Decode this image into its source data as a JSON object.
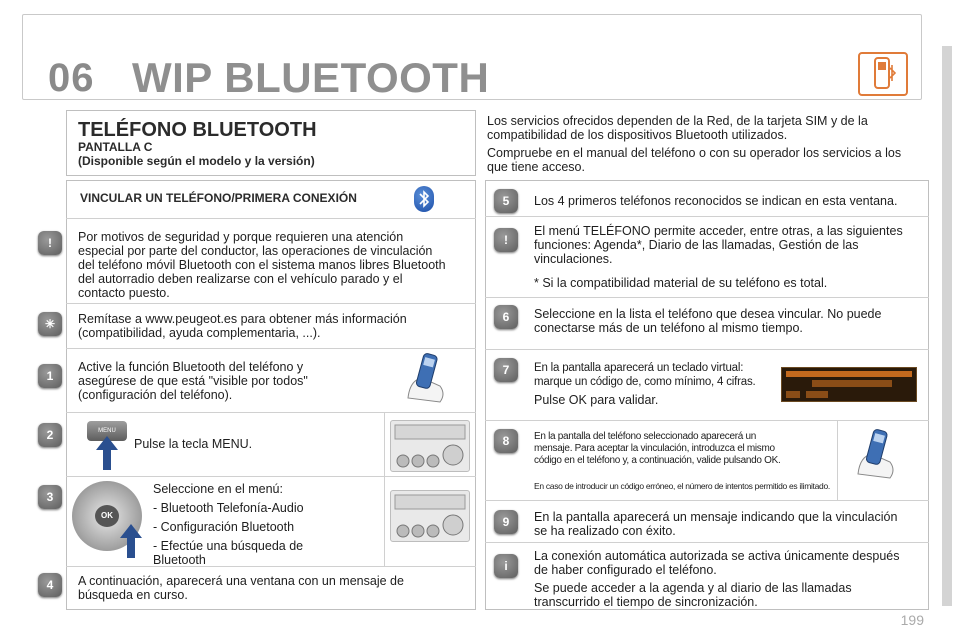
{
  "header": {
    "chapter": "06",
    "title": "WIP BLUETOOTH",
    "icon": "bluetooth-phone-icon"
  },
  "left": {
    "heading": "TELÉFONO BLUETOOTH",
    "subtitle1": "PANTALLA C",
    "subtitle2": "(Disponible según el modelo y la versión)",
    "section_title": "VINCULAR UN TELÉFONO/PRIMERA CONEXIÓN",
    "warning_lines": [
      "Por motivos de seguridad y porque requieren una atención",
      "especial por parte del conductor, las operaciones de vinculación",
      "del teléfono móvil Bluetooth con el sistema manos libres Bluetooth",
      "del autorradio deben realizarse con el vehículo parado y el",
      "contacto puesto."
    ],
    "tip_lines": [
      "Remítase a www.peugeot.es para obtener más información",
      "(compatibilidad, ayuda complementaria, ...)."
    ],
    "step1_badge": "1",
    "step1_lines": [
      "Active la función Bluetooth del teléfono y",
      "asegúrese de que está \"visible por todos\"",
      "(configuración del teléfono)."
    ],
    "step2_badge": "2",
    "step2_text": "Pulse la tecla MENU.",
    "menu_button_label": "MENU",
    "step3_badge": "3",
    "step3_intro": "Seleccione en el menú:",
    "step3_items": [
      "-    Bluetooth Telefonía-Audio",
      "-    Configuración Bluetooth",
      "-    Efectúe una búsqueda de",
      "      Bluetooth"
    ],
    "ok_label": "OK",
    "step4_badge": "4",
    "step4_lines": [
      "A continuación, aparecerá una ventana con un mensaje de",
      "búsqueda en curso."
    ]
  },
  "right": {
    "intro_lines": [
      "Los servicios ofrecidos dependen de la Red, de la tarjeta SIM y de la",
      "compatibilidad de los dispositivos Bluetooth utilizados.",
      "Compruebe en el manual del teléfono o con su operador los servicios a los",
      "que tiene acceso."
    ],
    "step5_badge": "5",
    "step5_text": "Los 4 primeros teléfonos reconocidos se indican en esta ventana.",
    "warning_lines": [
      "El menú TELÉFONO permite acceder, entre otras, a las siguientes",
      "funciones: Agenda*, Diario de las llamadas, Gestión de las",
      "vinculaciones."
    ],
    "warning_note": "* Si la compatibilidad material de su teléfono es total.",
    "step6_badge": "6",
    "step6_lines": [
      "Seleccione en la lista el teléfono que desea vincular. No puede",
      "conectarse más de un teléfono al mismo tiempo."
    ],
    "step7_badge": "7",
    "step7_lines": [
      "En la pantalla aparecerá un teclado virtual:",
      "marque un código de, como mínimo, 4 cifras."
    ],
    "step7_action": "Pulse OK para validar.",
    "step8_badge": "8",
    "step8_lines": [
      "En la pantalla del teléfono seleccionado aparecerá un",
      "mensaje. Para aceptar la vinculación, introduzca el mismo",
      "código en el teléfono y, a continuación, valide pulsando OK."
    ],
    "step8_note": "En caso de introducir un código erróneo, el número de intentos permitido es ilimitado.",
    "step9_badge": "9",
    "step9_lines": [
      "En la pantalla aparecerá un mensaje indicando que la vinculación",
      "se ha realizado con éxito."
    ],
    "info_lines": [
      "La conexión automática autorizada se activa únicamente después",
      "de haber configurado el teléfono.",
      "Se puede acceder a la agenda y al diario de las llamadas",
      "transcurrido el tiempo de sincronización."
    ]
  },
  "footer": {
    "page_number": "199"
  }
}
